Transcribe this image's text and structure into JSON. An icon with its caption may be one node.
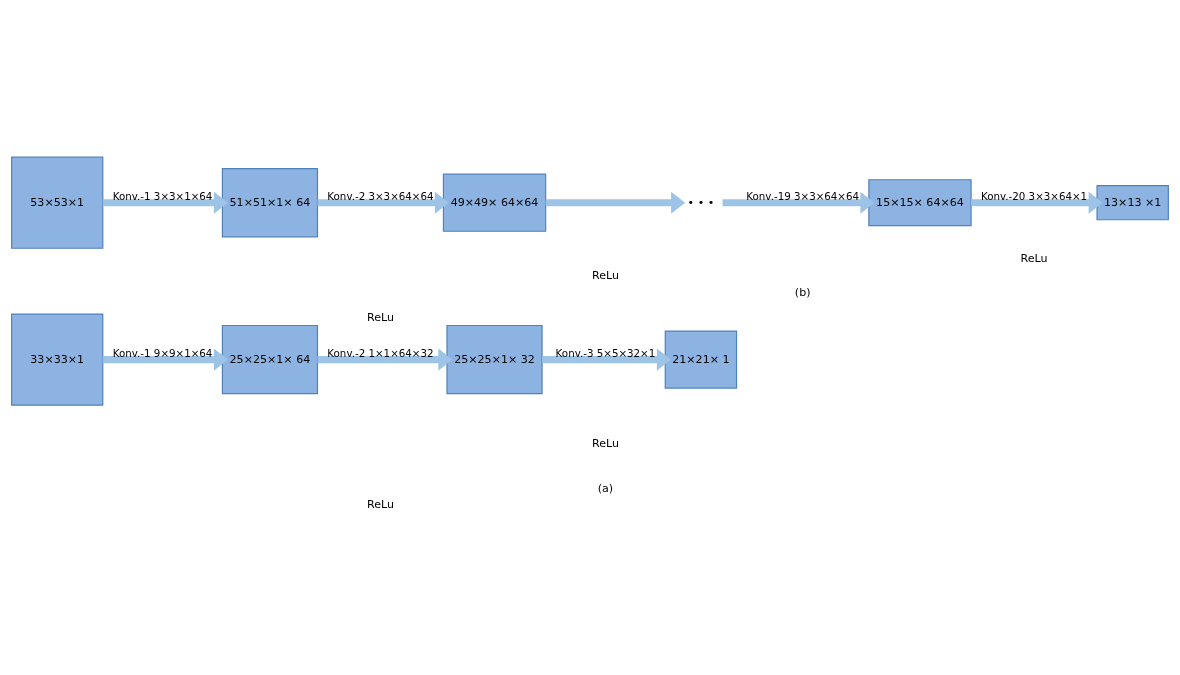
{
  "diagram": {
    "nodes": [
      {
        "text": [
          "33×33×1"
        ]
      },
      {
        "text": [
          "25×25×1× 64"
        ]
      },
      {
        "text": [
          "25×25×1× 32"
        ]
      },
      {
        "text": [
          "21×21× 1"
        ]
      },
      {
        "text": [
          "53×53×1"
        ]
      },
      {
        "text": [
          "51×51×1× 64"
        ]
      },
      {
        "text": [
          "49×49× 64×64"
        ]
      },
      {
        "text": [
          "• • •"
        ]
      },
      {
        "text": [
          "15×15× 64×64"
        ]
      },
      {
        "text": [
          "13×13 ×1"
        ]
      }
    ],
    "edges": [
      {
        "from": 0,
        "to": 1,
        "arrow": "to",
        "label": "Konv.-1 9×9×1×64"
      },
      {
        "from": 1,
        "to": 2,
        "arrow": "to",
        "label": "Konv.-2 1×1×64×32"
      },
      {
        "from": 2,
        "to": 3,
        "arrow": "to",
        "label": "Konv.-3 5×5×32×1"
      },
      {
        "from": 4,
        "to": 5,
        "arrow": "to",
        "label": "Konv.-1 3×3×1×64"
      },
      {
        "from": 5,
        "to": 6,
        "arrow": "to",
        "label": "Konv.-2 3×3×64×64"
      },
      {
        "from": 6,
        "to": 7,
        "arrow": "to"
      },
      {
        "from": 7,
        "to": 8,
        "arrow": "to",
        "label": "Konv.-19 3×3×64×64"
      },
      {
        "from": 8,
        "to": 9,
        "arrow": "to",
        "label": "Konv.-20 3×3×64×1"
      }
    ],
    "labels": [
      "ReLu",
      "ReLu",
      "(a)",
      "ReLu",
      "ReLu",
      "ReLu",
      "(b)"
    ]
  }
}
